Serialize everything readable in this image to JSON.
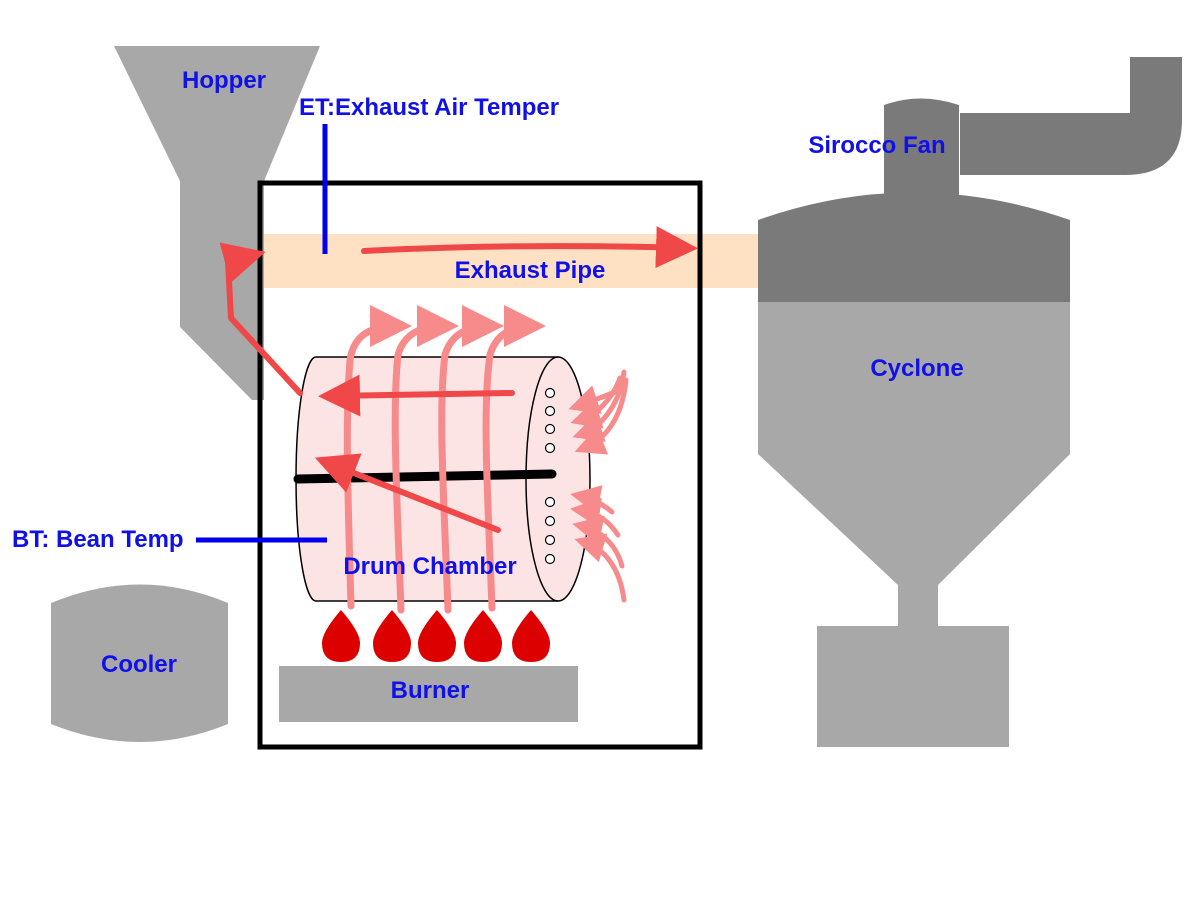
{
  "labels": {
    "hopper": "Hopper",
    "et": "ET:Exhaust Air Temper",
    "sirocco": "Sirocco Fan",
    "exhaust_pipe": "Exhaust Pipe",
    "cyclone": "Cyclone",
    "bt": "BT: Bean Temp",
    "drum_chamber": "Drum Chamber",
    "cooler": "Cooler",
    "burner": "Burner"
  },
  "colors": {
    "label": "#1010e8",
    "machine_gray": "#a8a8a8",
    "dark_gray": "#7a7a7a",
    "exhaust_pipe": "#fde1c2",
    "drum": "#fde4e4",
    "flame": "#dd0000",
    "arrow_red": "#f04848",
    "arrow_pink": "#f78a8a",
    "sensor_blue": "#0000ee"
  }
}
